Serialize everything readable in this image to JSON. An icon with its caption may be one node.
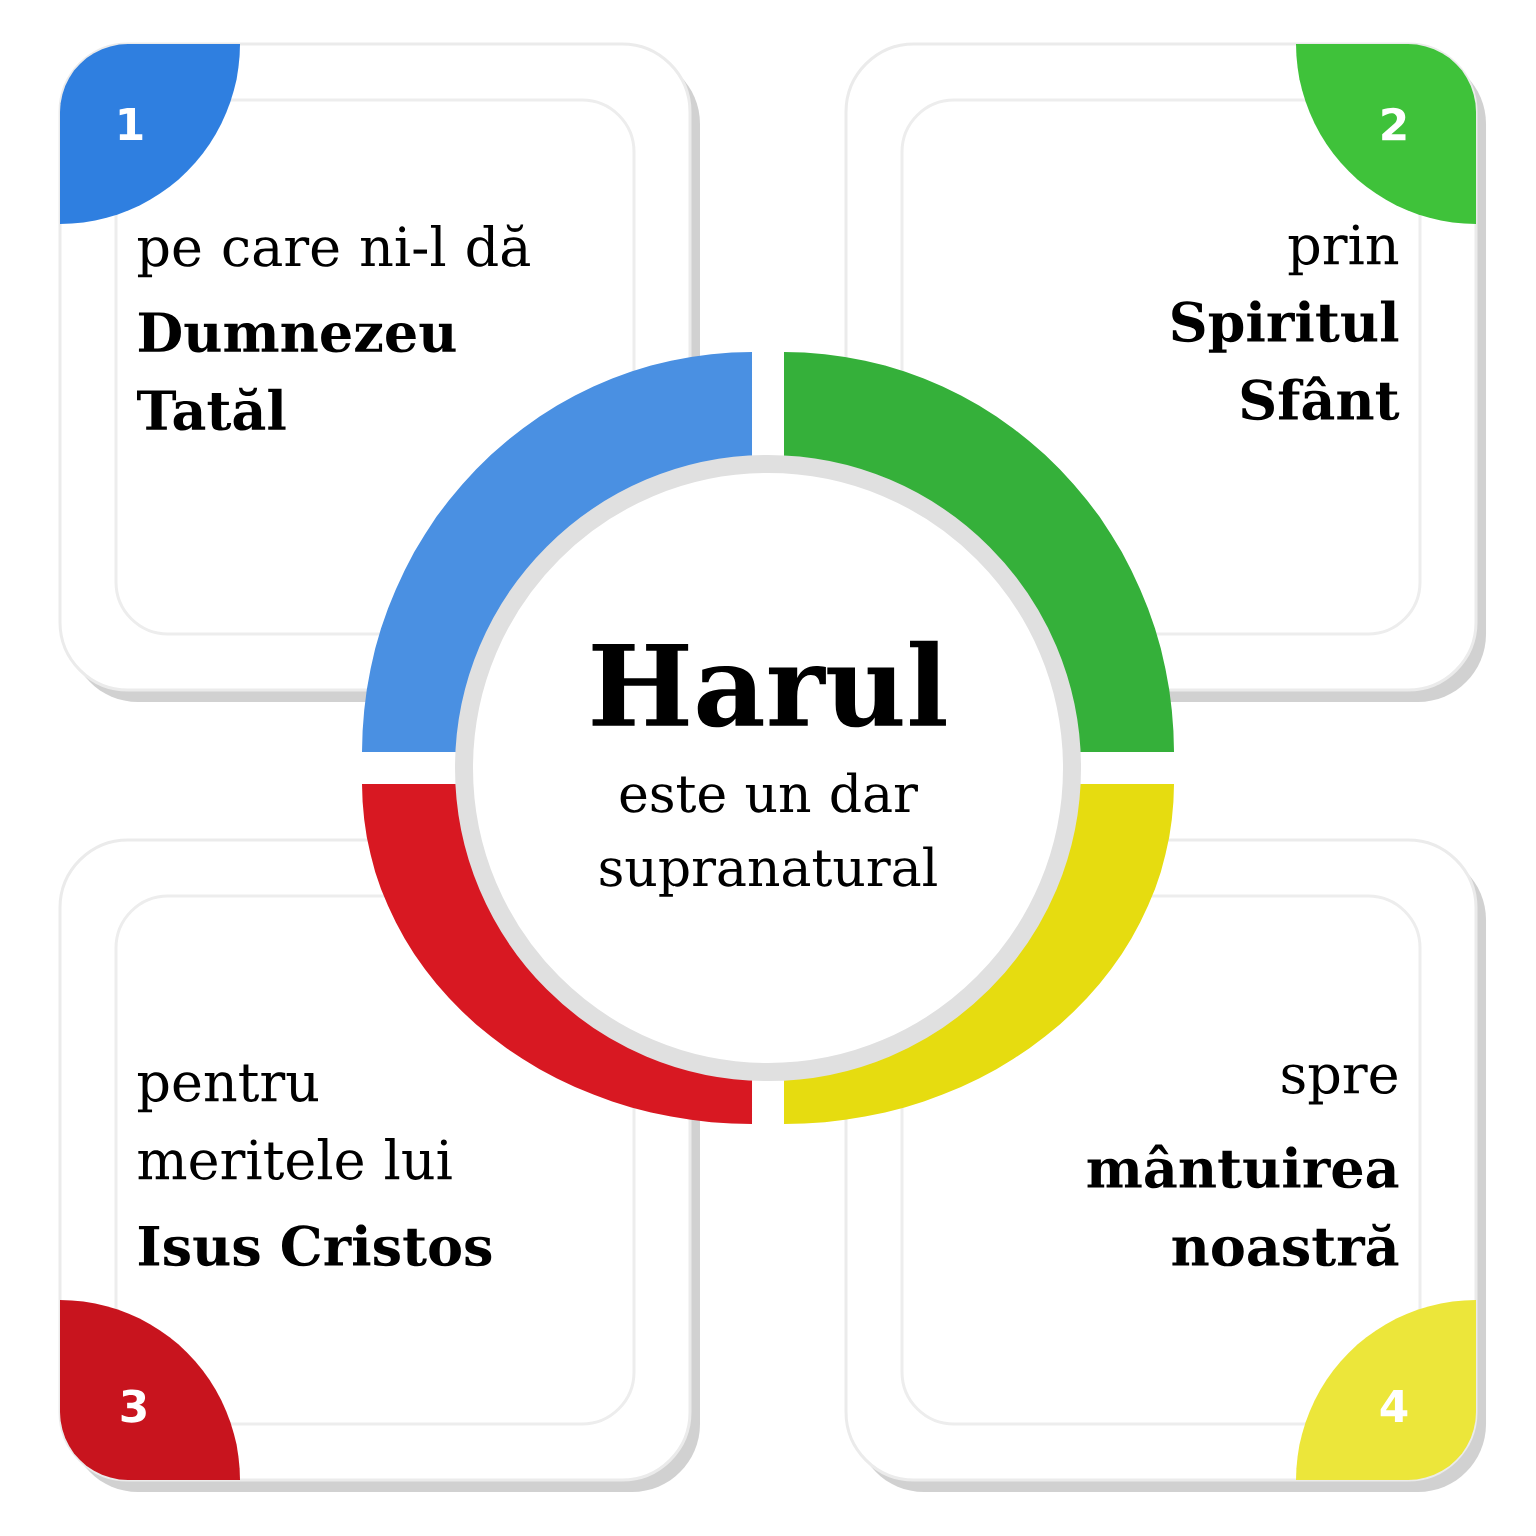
{
  "diagram": {
    "nodes": [
      {
        "text": [
          "pe care ni-l dă",
          "Dumnezeu Tatăl"
        ]
      },
      {
        "text": [
          "1"
        ],
        "in": 0
      },
      {
        "text": [
          "prin",
          "Spiritul Sfânt"
        ]
      },
      {
        "text": [
          "2"
        ],
        "in": 2
      },
      {
        "text": [
          "Harul",
          "este un dar supranatural"
        ]
      },
      {
        "text": [
          "pentru meritele lui",
          "Isus Cristos"
        ]
      },
      {
        "text": [
          "3"
        ],
        "in": 5
      },
      {
        "text": [
          "spre",
          "mântuirea noastră"
        ]
      },
      {
        "text": [
          "4"
        ],
        "in": 7
      }
    ]
  }
}
